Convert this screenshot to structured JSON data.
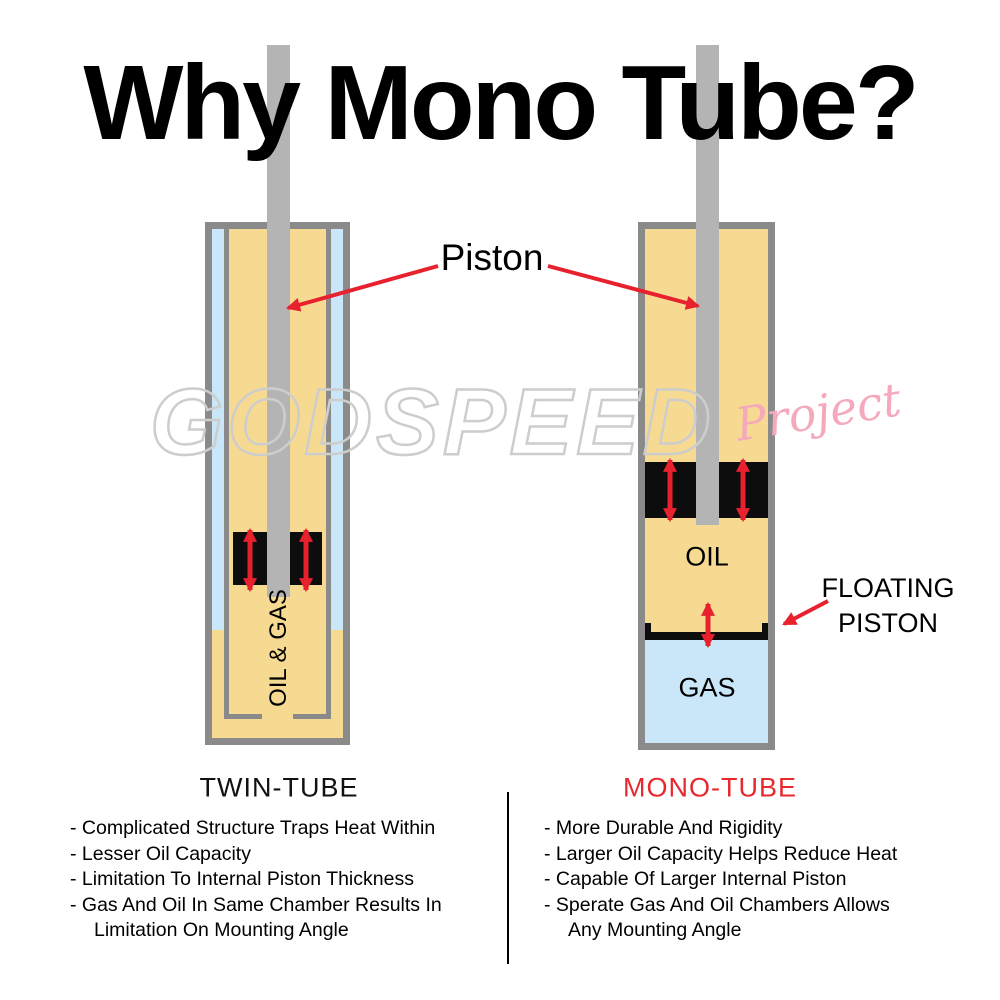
{
  "title": "Why Mono Tube?",
  "watermark": {
    "name": "GODSPEED",
    "script": "Project"
  },
  "annotations": {
    "piston": "Piston",
    "floating_piston_line1": "FLOATING",
    "floating_piston_line2": "PISTON"
  },
  "twin_tube": {
    "label": "TWIN-TUBE",
    "chamber_label": "OIL & GAS",
    "points": [
      "- Complicated Structure Traps Heat Within",
      "- Lesser Oil Capacity",
      "- Limitation To Internal Piston Thickness",
      "- Gas And Oil In Same Chamber Results In",
      "Limitation On Mounting Angle"
    ]
  },
  "mono_tube": {
    "label": "MONO-TUBE",
    "oil_label": "OIL",
    "gas_label": "GAS",
    "points": [
      "- More Durable And Rigidity",
      "- Larger Oil Capacity Helps Reduce Heat",
      "- Capable Of Larger Internal Piston",
      "- Sperate Gas And Oil Chambers Allows",
      "Any Mounting Angle"
    ]
  },
  "colors": {
    "oil_fill": "#f7da92",
    "gas_fill": "#c9e7f8",
    "tube_wall": "#8a8a8a",
    "piston_rod": "#b4b4b4",
    "piston_black": "#0d0d0d",
    "arrow_red": "#e8212e",
    "mono_label_red": "#e8282f",
    "watermark_gray": "#cdcdcd",
    "watermark_pink": "#f5a9bb"
  }
}
